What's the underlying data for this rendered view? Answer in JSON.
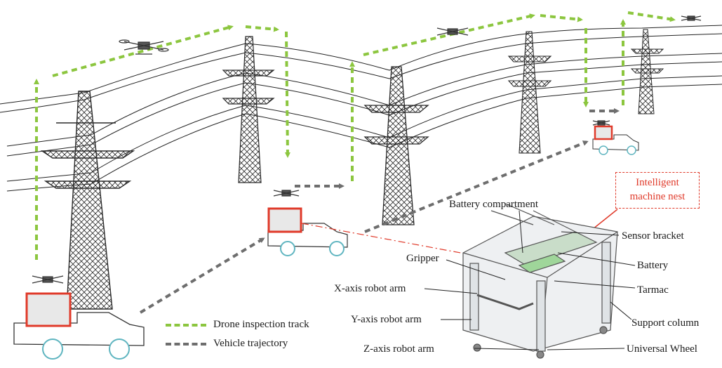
{
  "labels": {
    "intelligent_nest_line1": "Intelligent",
    "intelligent_nest_line2": "machine nest",
    "battery_compartment": "Battery compartment",
    "sensor_bracket": "Sensor bracket",
    "gripper": "Gripper",
    "battery": "Battery",
    "x_axis_robot_arm": "X-axis robot arm",
    "tarmac": "Tarmac",
    "y_axis_robot_arm": "Y-axis robot arm",
    "support_column": "Support column",
    "z_axis_robot_arm": "Z-axis robot arm",
    "universal_wheel": "Universal Wheel"
  },
  "legend": {
    "drone_track": "Drone inspection track",
    "vehicle_trajectory": "Vehicle trajectory"
  },
  "colors": {
    "drone_track": "#8cc63f",
    "vehicle_trajectory": "#6e6e6e",
    "highlight": "#e03a2a",
    "tower": "#2a2a2a"
  }
}
